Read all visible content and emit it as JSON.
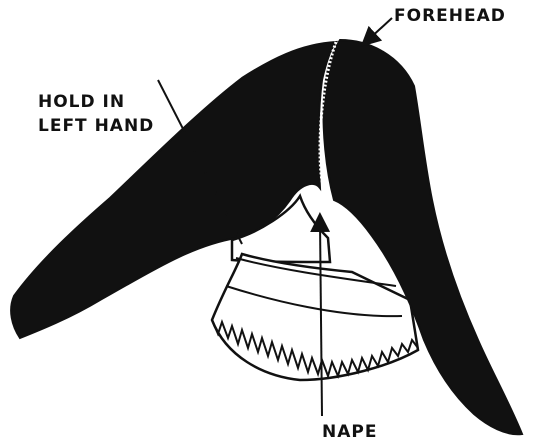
{
  "labels": {
    "forehead": "FOREHEAD",
    "hold_line1": "HOLD IN",
    "hold_line2": "LEFT HAND",
    "nape": "NAPE"
  },
  "colors": {
    "ink": "#111111",
    "paper": "#ffffff"
  }
}
